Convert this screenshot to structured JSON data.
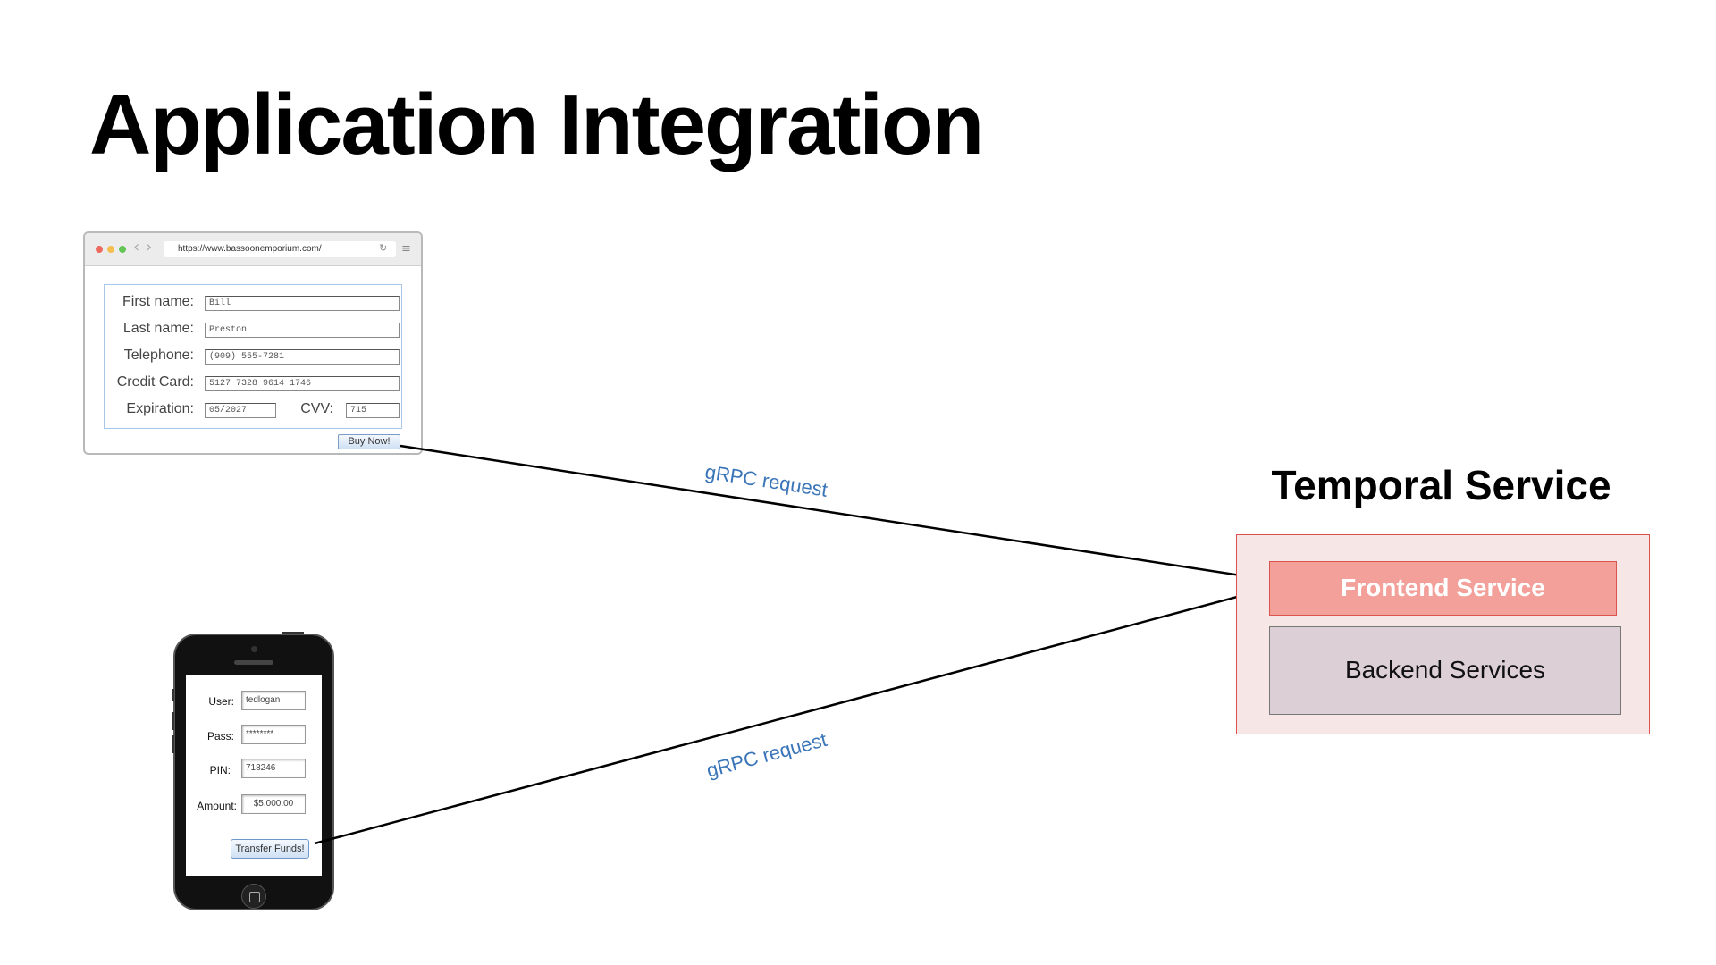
{
  "title": "Application Integration",
  "browser": {
    "url": "https://www.bassoonemporium.com/",
    "form": {
      "first_name_label": "First name:",
      "first_name_value": "Bill",
      "last_name_label": "Last name:",
      "last_name_value": "Preston",
      "telephone_label": "Telephone:",
      "telephone_value": "(909) 555-7281",
      "credit_card_label": "Credit Card:",
      "credit_card_value": "5127 7328 9614 1746",
      "expiration_label": "Expiration:",
      "expiration_value": "05/2027",
      "cvv_label": "CVV:",
      "cvv_value": "715"
    },
    "buy_button": "Buy Now!"
  },
  "phone": {
    "user_label": "User:",
    "user_value": "tedlogan",
    "pass_label": "Pass:",
    "pass_value": "********",
    "pin_label": "PIN:",
    "pin_value": "718246",
    "amount_label": "Amount:",
    "amount_value": "$5,000.00",
    "transfer_button": "Transfer Funds!"
  },
  "edges": {
    "top_label": "gRPC request",
    "bottom_label": "gRPC request"
  },
  "temporal": {
    "title": "Temporal Service",
    "frontend": "Frontend Service",
    "backend": "Backend Services"
  },
  "colors": {
    "edge_label": "#3a75b8",
    "temporal_border": "#e05050",
    "temporal_fill": "#f7e6e6",
    "frontend_fill": "#f2a099",
    "backend_fill": "#dccfd6"
  }
}
